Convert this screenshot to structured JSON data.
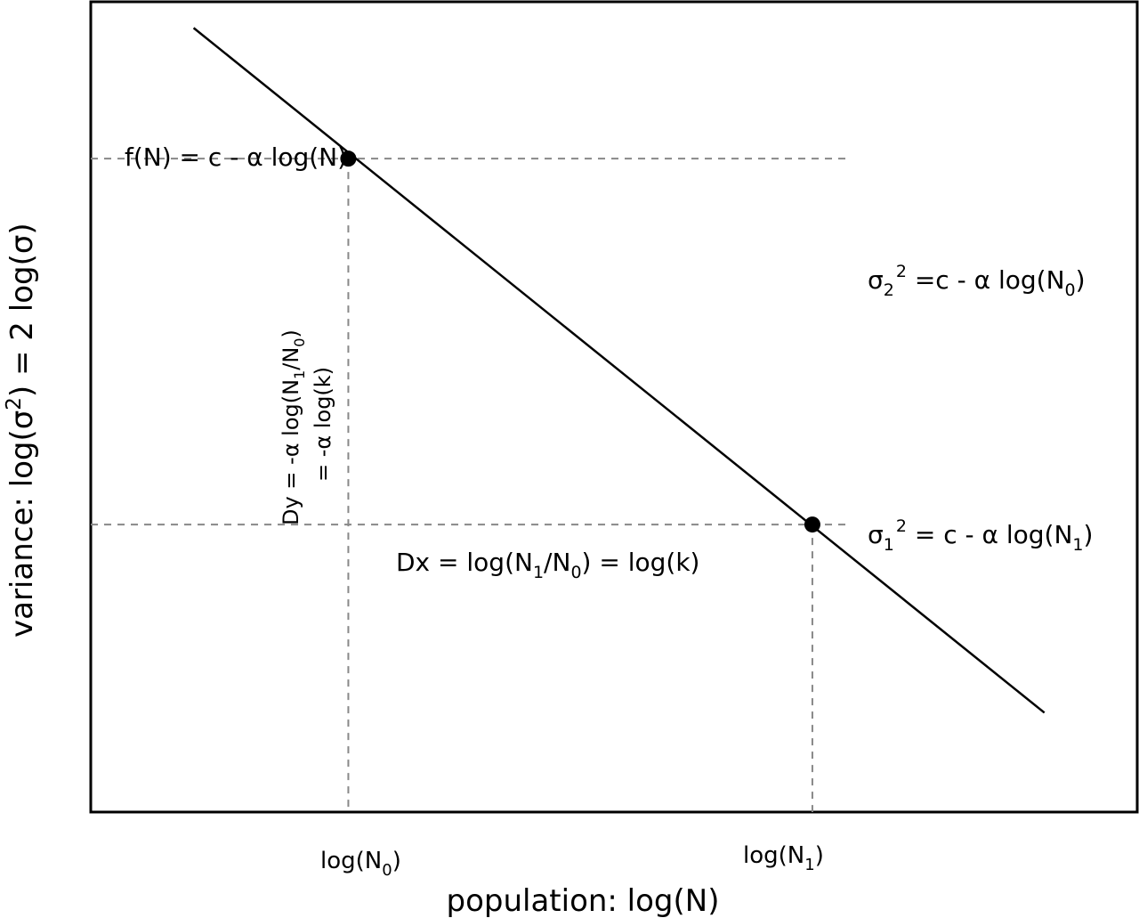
{
  "chart_data": {
    "type": "line",
    "title": "",
    "xlabel": "population: log(N)",
    "ylabel": "variance: log(σ²) = 2 log(σ)",
    "axis_ticks": {
      "show_numeric": false
    },
    "grid": false,
    "series": [
      {
        "line": [
          [
            -0.2,
            0.95
          ],
          [
            0.9,
            -0.36
          ]
        ]
      }
    ],
    "points": [
      {
        "x": 0.0,
        "y": 0.7
      },
      {
        "x": 0.6,
        "y": 0.0
      }
    ],
    "xlim": [
      -0.333,
      1.02
    ],
    "ylim": [
      -0.55,
      1.0
    ],
    "colors": {
      "line": "#000000",
      "guides": "#888888",
      "points": "#000000"
    },
    "labels": {
      "function": {
        "base": "f(N) = c - α log(N)"
      },
      "sigma2": {
        "base": "σ",
        "sub": "2",
        "sup": "2",
        "rest_before": " =c - α log(N",
        "rest_sub": "0",
        "rest_after": ")"
      },
      "sigma1": {
        "base": "σ",
        "sub": "1",
        "sup": "2",
        "rest_before": " = c - α log(N",
        "rest_sub": "1",
        "rest_after": ")"
      },
      "dx": {
        "part1": "Dx = log(N",
        "sub1": "1",
        "part2": "/N",
        "sub2": "0",
        "part3": ") = log(k)"
      },
      "dy": {
        "line1_part1": "Dy = -α log(N",
        "line1_sub1": "1",
        "line1_part2": "/N",
        "line1_sub2": "0",
        "line1_part3": ")",
        "line2": "= -α log(k)"
      },
      "tick_n0": {
        "part1": "log(N",
        "sub": "0",
        "part2": ")"
      },
      "tick_n1": {
        "part1": "log(N",
        "sub": "1",
        "part2": ")"
      },
      "ylabel_parts": {
        "part1": "variance: log(σ",
        "sup": "2",
        "part2": ") = 2 log(σ)"
      }
    }
  }
}
